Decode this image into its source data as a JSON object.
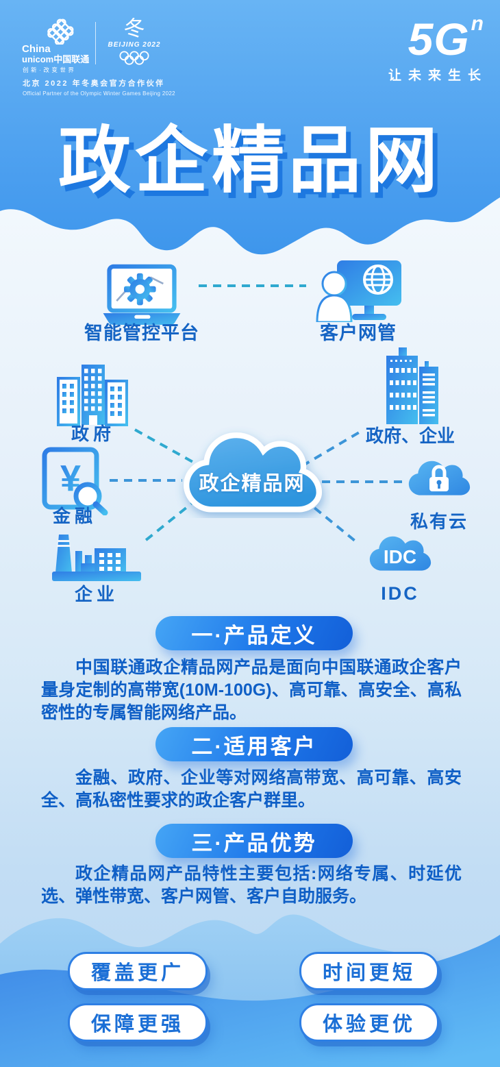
{
  "colors": {
    "top_background": "#4A9EEF",
    "primary_text_blue": "#0F5FC6",
    "label_blue": "#1564C4",
    "pill_gradient_start": "#45A5F5",
    "pill_gradient_end": "#135FD8",
    "feature_text_blue": "#1B6FD6",
    "connector_teal": "#2FA9CF",
    "white": "#FFFFFF"
  },
  "header": {
    "logo": {
      "brand_line1": "China",
      "brand_line2": "unicom中国联通",
      "slogan": "创新·改变世界",
      "olympic_glyph": "冬",
      "olympic_wordmark": "BEIJING 2022"
    },
    "partner_line_zh": "北京 2022 年冬奥会官方合作伙伴",
    "partner_line_en": "Official Partner of the Olympic Winter Games Beijing 2022",
    "brand_5g": {
      "label": "5G",
      "superscript": "n",
      "tagline": "让未来生长"
    },
    "title": "政企精品网"
  },
  "diagram": {
    "center_label": "政企精品网",
    "finance_symbol": "¥",
    "idc_cloud_text": "IDC",
    "nodes": [
      {
        "id": "platform",
        "label": "智能管控平台"
      },
      {
        "id": "customer-nms",
        "label": "客户网管"
      },
      {
        "id": "government",
        "label": "政府"
      },
      {
        "id": "gov-enterprise",
        "label": "政府、企业"
      },
      {
        "id": "finance",
        "label": "金融"
      },
      {
        "id": "private-cloud",
        "label": "私有云"
      },
      {
        "id": "enterprise",
        "label": "企业"
      },
      {
        "id": "idc",
        "label": "IDC"
      }
    ]
  },
  "sections": [
    {
      "heading": "一·产品定义",
      "body": "中国联通政企精品网产品是面向中国联通政企客户量身定制的高带宽(10M-100G)、高可靠、高安全、高私密性的专属智能网络产品。"
    },
    {
      "heading": "二·适用客户",
      "body": "金融、政府、企业等对网络高带宽、高可靠、高安全、高私密性要求的政企客户群里。"
    },
    {
      "heading": "三·产品优势",
      "body": "政企精品网产品特性主要包括:网络专属、时延优选、弹性带宽、客户网管、客户自助服务。"
    }
  ],
  "features": [
    {
      "label": "覆盖更广"
    },
    {
      "label": "时间更短"
    },
    {
      "label": "保障更强"
    },
    {
      "label": "体验更优"
    }
  ]
}
